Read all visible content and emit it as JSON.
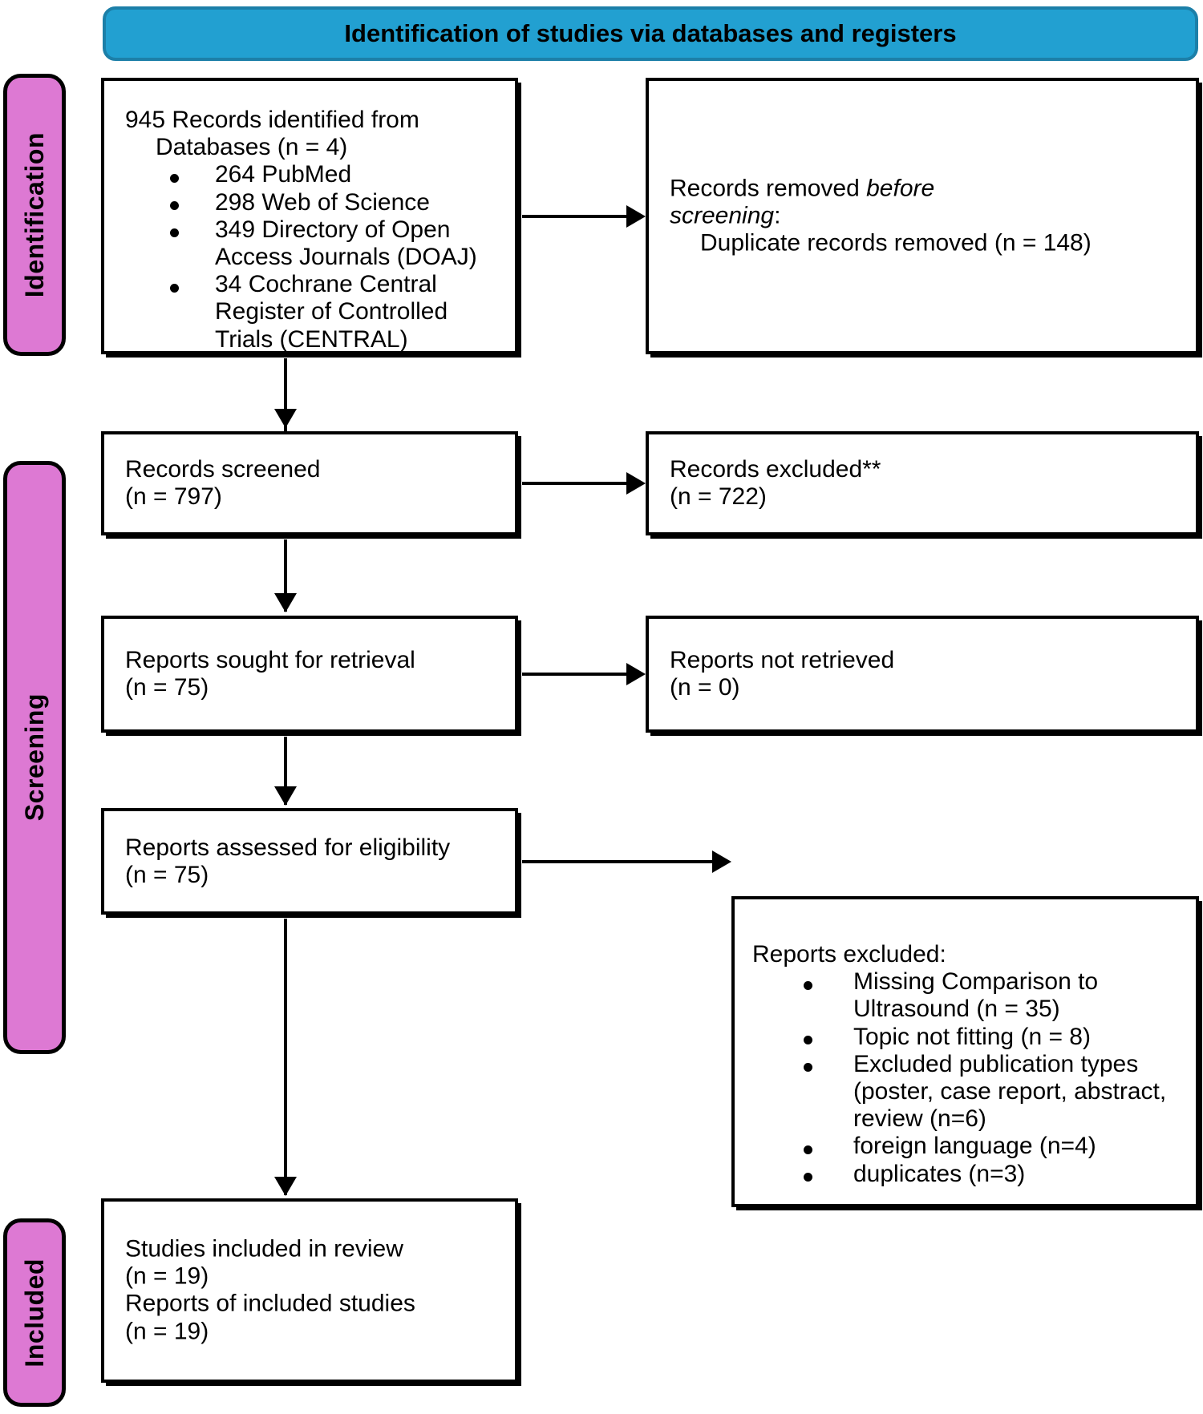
{
  "diagram": {
    "banner_title": "Identification of studies via databases and registers",
    "accent_banner": "#22A0D1",
    "accent_rail": "#DD79D3"
  },
  "rails": [
    {
      "label": "Identification"
    },
    {
      "label": "Screening"
    },
    {
      "label": "Included"
    }
  ],
  "boxes": {
    "identified": {
      "heading": "945 Records identified from",
      "heading_cont": "Databases (n = 4)",
      "bullets": [
        "264 PubMed",
        "298 Web of Science",
        "349 Directory of Open Access Journals (DOAJ)",
        "34 Cochrane Central Register of Controlled Trials (CENTRAL)"
      ]
    },
    "removed_before_screening": {
      "line1_pre": "Records removed ",
      "line1_italic": "before",
      "line2_italic": "screening",
      "line2_post": ":",
      "detail": "Duplicate records removed (n = 148)"
    },
    "records_screened": {
      "line1": "Records screened",
      "line2": "(n = 797)"
    },
    "records_excluded": {
      "line1": "Records excluded**",
      "line2": "(n = 722)"
    },
    "reports_sought": {
      "line1": "Reports sought for retrieval",
      "line2": "(n = 75)"
    },
    "reports_not_retrieved": {
      "line1": "Reports not retrieved",
      "line2": "(n = 0)"
    },
    "reports_assessed": {
      "line1": "Reports assessed for eligibility",
      "line2": "(n = 75)"
    },
    "reports_excluded": {
      "heading": "Reports excluded:",
      "bullets": [
        "Missing Comparison to Ultrasound (n = 35)",
        "Topic not fitting (n = 8)",
        "Excluded publication types (poster, case report, abstract, review (n=6)",
        "foreign language (n=4)",
        "duplicates (n=3)"
      ]
    },
    "studies_included": {
      "line1": "Studies included in review",
      "line2": "(n = 19)",
      "line3": "Reports of included studies",
      "line4": "(n = 19)"
    }
  }
}
